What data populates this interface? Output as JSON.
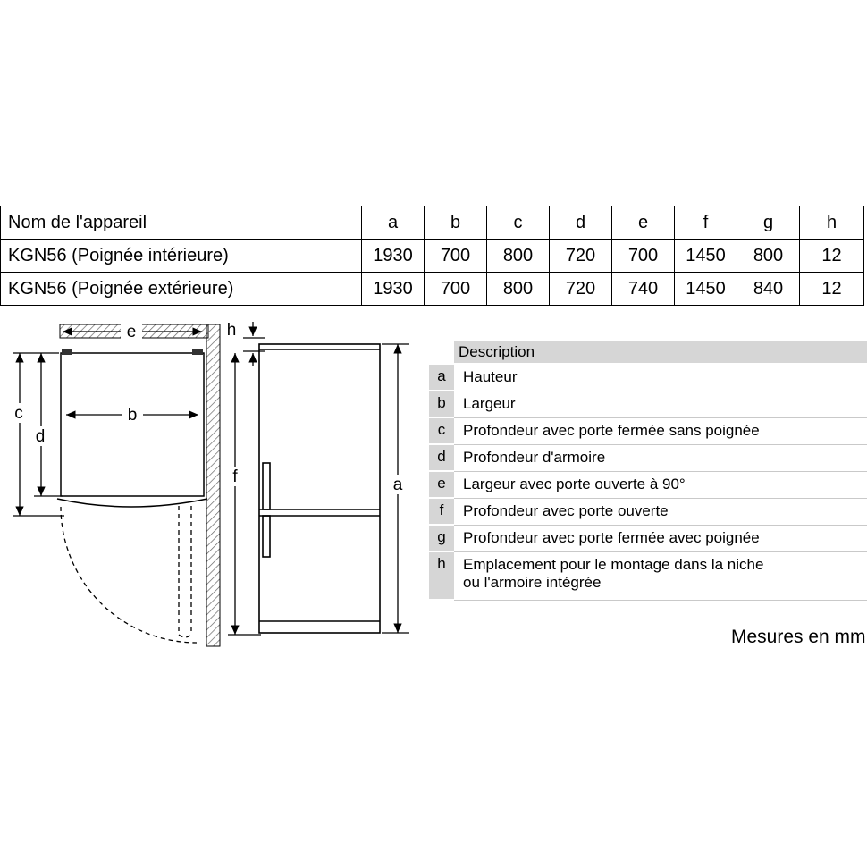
{
  "top_table": {
    "name_header": "Nom de l'appareil",
    "columns": [
      "a",
      "b",
      "c",
      "d",
      "e",
      "f",
      "g",
      "h"
    ],
    "rows": [
      {
        "label": "KGN56 (Poignée intérieure)",
        "values": [
          "1930",
          "700",
          "800",
          "720",
          "700",
          "1450",
          "800",
          "12"
        ]
      },
      {
        "label": "KGN56 (Poignée extérieure)",
        "values": [
          "1930",
          "700",
          "800",
          "720",
          "740",
          "1450",
          "840",
          "12"
        ]
      }
    ]
  },
  "legend": {
    "header": "Description",
    "items": [
      {
        "key": "a",
        "text": "Hauteur"
      },
      {
        "key": "b",
        "text": "Largeur"
      },
      {
        "key": "c",
        "text": "Profondeur avec porte fermée sans poignée"
      },
      {
        "key": "d",
        "text": "Profondeur d'armoire"
      },
      {
        "key": "e",
        "text": "Largeur avec porte ouverte à 90°"
      },
      {
        "key": "f",
        "text": "Profondeur avec porte ouverte"
      },
      {
        "key": "g",
        "text": "Profondeur avec porte fermée avec poignée"
      },
      {
        "key": "h",
        "text": "Emplacement pour le montage dans la niche\nou l'armoire intégrée"
      }
    ]
  },
  "diagram": {
    "labels": {
      "a": "a",
      "b": "b",
      "c": "c",
      "d": "d",
      "e": "e",
      "f": "f",
      "h": "h"
    }
  },
  "footer_note": "Mesures en mm",
  "colors": {
    "legend_gray": "#d6d6d6",
    "line_black": "#000000"
  }
}
